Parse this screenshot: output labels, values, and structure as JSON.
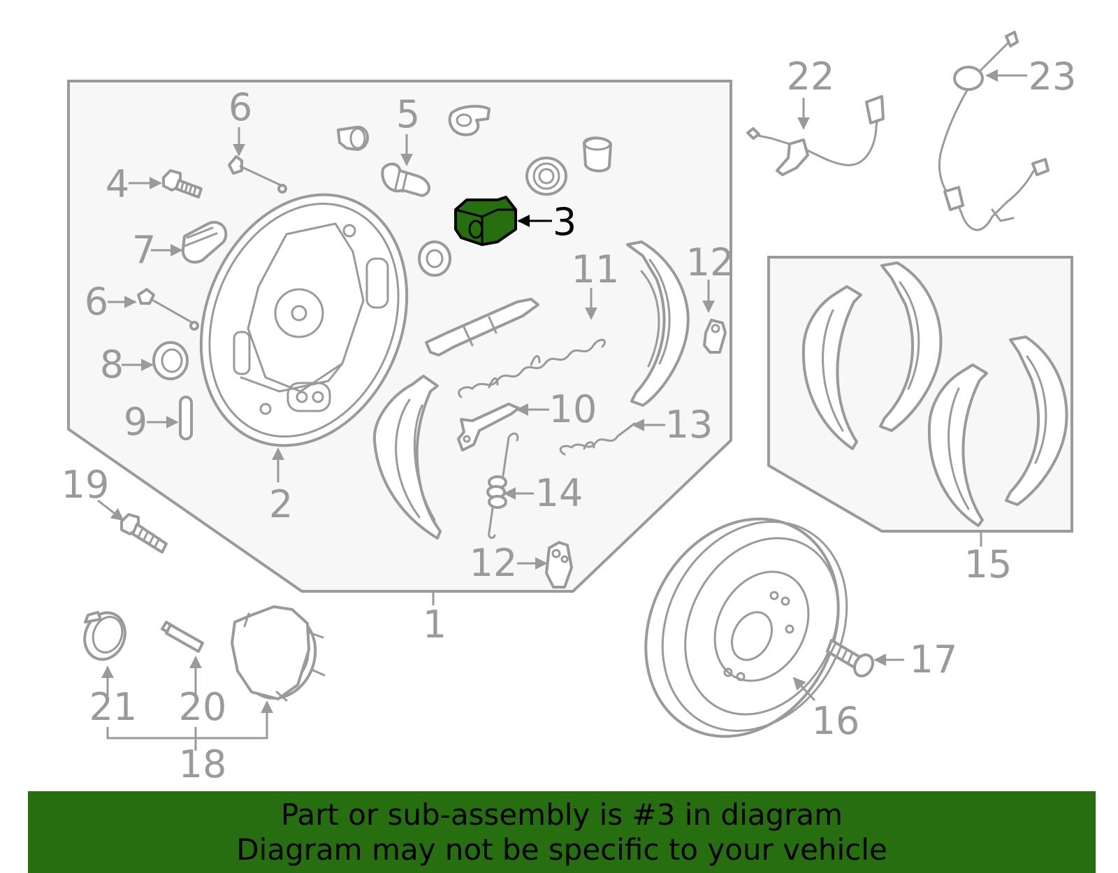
{
  "labels": {
    "l1": "1",
    "l2": "2",
    "l3": "3",
    "l4": "4",
    "l5": "5",
    "l6a": "6",
    "l6b": "6",
    "l7": "7",
    "l8": "8",
    "l9": "9",
    "l10": "10",
    "l11": "11",
    "l12a": "12",
    "l12b": "12",
    "l13": "13",
    "l14": "14",
    "l15": "15",
    "l16": "16",
    "l17": "17",
    "l18": "18",
    "l19": "19",
    "l20": "20",
    "l21": "21",
    "l22": "22",
    "l23": "23"
  },
  "highlight": {
    "part_number": "3",
    "color": "#266e10",
    "outline": "#000000"
  },
  "banner": {
    "line1": "Part or sub-assembly is #3 in diagram",
    "line2": "Diagram may not be specific to your vehicle",
    "background": "#266e10"
  },
  "colors": {
    "line": "#9a9a9a",
    "panel": "#f7f7f7"
  }
}
